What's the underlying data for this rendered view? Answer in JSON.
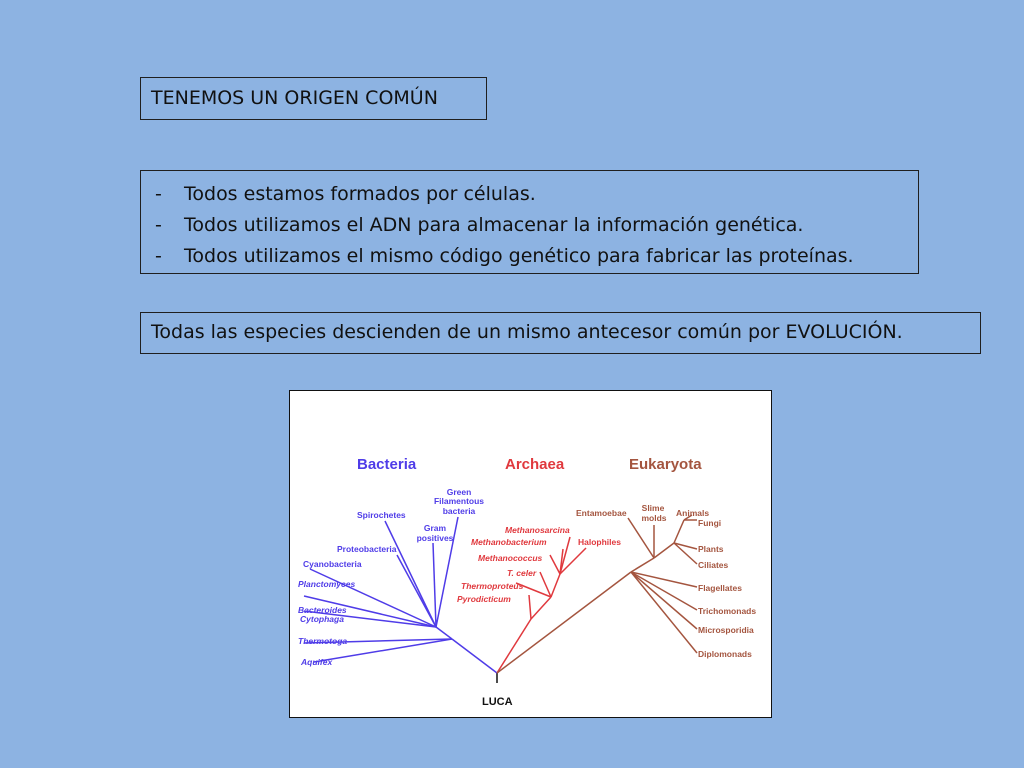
{
  "slide": {
    "title": "TENEMOS UN ORIGEN COMÚN",
    "bullets": [
      {
        "dash": "-",
        "text": "Todos estamos formados por células."
      },
      {
        "dash": "-",
        "text": "Todos utilizamos el ADN para almacenar la información genética."
      },
      {
        "dash": "-",
        "text": "Todos utilizamos el mismo código genético para fabricar las proteínas."
      }
    ],
    "statement": "Todas las especies descienden de un mismo antecesor común por EVOLUCIÓN."
  },
  "tree": {
    "colors": {
      "bacteria": "#4f3ce8",
      "archaea": "#e0393e",
      "eukaryota": "#a4553f",
      "root": "#111111"
    },
    "domains": {
      "bacteria": "Bacteria",
      "archaea": "Archaea",
      "eukaryota": "Eukaryota"
    },
    "root": "LUCA",
    "bacteria": [
      {
        "line1": "Green",
        "line2": "Filamentous",
        "line3": "bacteria"
      },
      {
        "line1": "Spirochetes"
      },
      {
        "line1": "Gram",
        "line2": "positives"
      },
      {
        "line1": "Proteobacteria"
      },
      {
        "line1": "Cyanobacteria"
      },
      {
        "line1": "Planctomyces"
      },
      {
        "line1": "Bacteroides",
        "line2": "Cytophaga"
      },
      {
        "line1": "Thermotoga"
      },
      {
        "line1": "Aquifex"
      }
    ],
    "archaea": [
      {
        "line1": "Methanosarcina"
      },
      {
        "line1": "Methanobacterium"
      },
      {
        "line1": "Halophiles"
      },
      {
        "line1": "Methanococcus"
      },
      {
        "line1": "T. celer"
      },
      {
        "line1": "Thermoproteus"
      },
      {
        "line1": "Pyrodicticum"
      }
    ],
    "eukaryota": [
      {
        "line1": "Entamoebae"
      },
      {
        "line1": "Slime",
        "line2": "molds"
      },
      {
        "line1": "Animals"
      },
      {
        "line1": "Fungi"
      },
      {
        "line1": "Plants"
      },
      {
        "line1": "Ciliates"
      },
      {
        "line1": "Flagellates"
      },
      {
        "line1": "Trichomonads"
      },
      {
        "line1": "Microsporidia"
      },
      {
        "line1": "Diplomonads"
      }
    ]
  }
}
